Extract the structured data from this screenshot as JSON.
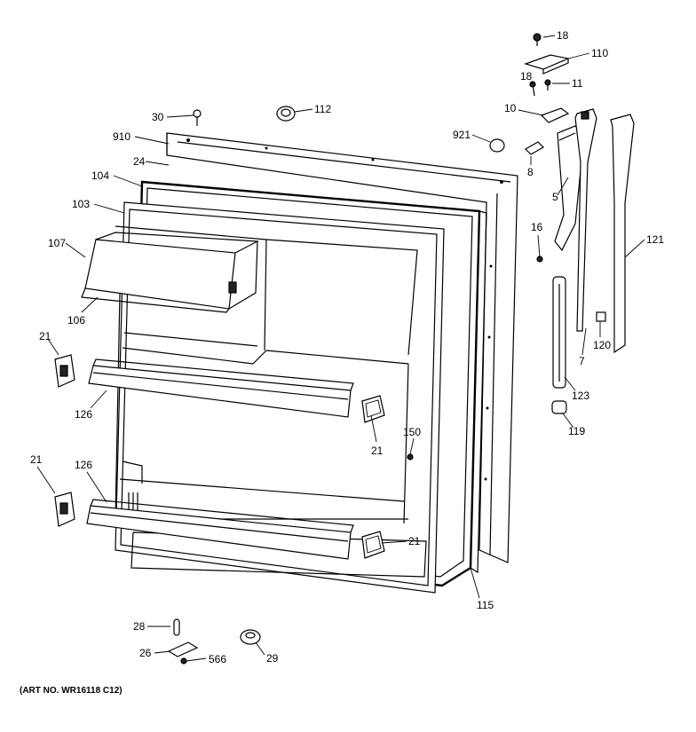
{
  "art_number": "(ART NO. WR16118 C12)",
  "callouts": {
    "c18a": "18",
    "c110": "110",
    "c18b": "18",
    "c11": "11",
    "c10": "10",
    "c921": "921",
    "c8": "8",
    "c30": "30",
    "c112": "112",
    "c910": "910",
    "c24": "24",
    "c104": "104",
    "c103": "103",
    "c5": "5",
    "c107": "107",
    "c16": "16",
    "c121": "121",
    "c106": "106",
    "c21a": "21",
    "c120": "120",
    "c7": "7",
    "c123": "123",
    "c126a": "126",
    "c21b": "21",
    "c119": "119",
    "c150": "150",
    "c21c": "21",
    "c126b": "126",
    "c21d": "21",
    "c115": "115",
    "c28": "28",
    "c26": "26",
    "c566": "566",
    "c29": "29"
  }
}
